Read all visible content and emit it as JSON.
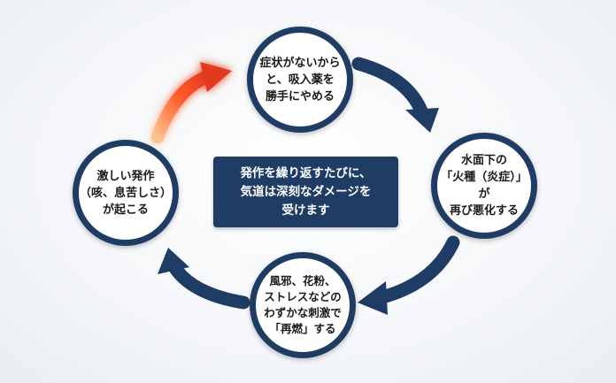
{
  "diagram": {
    "nodes": {
      "top": "症状がないから\nと、吸入薬を\n勝手にやめる",
      "right": "水面下の\n「火種（炎症）」が\n再び悪化する",
      "bottom": "風邪、花粉、\nストレスなどの\nわずかな刺激で\n「再燃」する",
      "left": "激しい発作\n（咳、息苦しさ）\nが起こる"
    },
    "center": "発作を繰り返すたびに、\n気道は深刻なダメージを\n受けます",
    "colors": {
      "navy": "#1f3c64",
      "arrow": "#1f3c64",
      "flame_inner": "#ff8a3c",
      "flame_outer": "#e03a1e"
    }
  }
}
